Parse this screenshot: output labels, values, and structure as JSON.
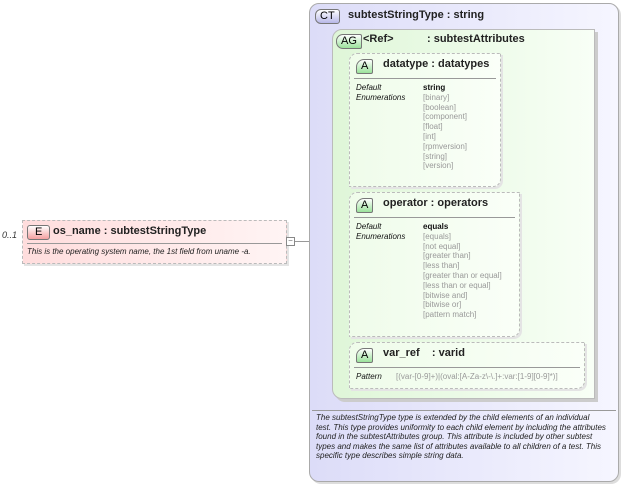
{
  "element": {
    "cardinality": "0..1",
    "badge": "E",
    "title": "os_name : subtestStringType",
    "description": "This is the operating system name, the 1st field from uname -a."
  },
  "complex_type": {
    "badge": "CT",
    "title": "subtestStringType : string",
    "description": "The subtestStringType type is extended by the child elements of an individual test.  This type provides uniformity to each child element by including the attributes found in the subtestAttributes group.  This attribute is included by other subtest types and makes the same list of attributes available to all children of a test.  This specific type describes simple string data."
  },
  "attribute_group": {
    "badge": "AG",
    "ref": "<Ref>",
    "title": ": subtestAttributes"
  },
  "attributes": [
    {
      "badge": "A",
      "title": "datatype : datatypes",
      "default_label": "Default",
      "default": "string",
      "enum_label": "Enumerations",
      "enumerations": [
        "[binary]",
        "[boolean]",
        "[component]",
        "[float]",
        "[int]",
        "[rpmversion]",
        "[string]",
        "[version]"
      ]
    },
    {
      "badge": "A",
      "title": "operator : operators",
      "default_label": "Default",
      "default": "equals",
      "enum_label": "Enumerations",
      "enumerations": [
        "[equals]",
        "[not equal]",
        "[greater than]",
        "[less than]",
        "[greater than or equal]",
        "[less than or equal]",
        "[bitwise and]",
        "[bitwise or]",
        "[pattern match]"
      ]
    },
    {
      "badge": "A",
      "title": "var_ref    : varid",
      "pattern_label": "Pattern",
      "pattern": "[(var-[0-9]+)|(oval:[A-Za-z\\-\\.]+:var:[1-9][0-9]*)]"
    }
  ]
}
